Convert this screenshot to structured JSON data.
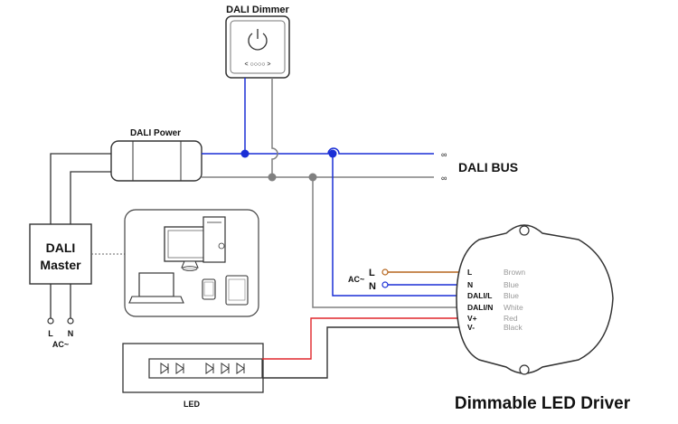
{
  "dimmer": {
    "title": "DALI Dimmer",
    "dots": "< ○○○○ >"
  },
  "power": {
    "title": "DALI Power"
  },
  "bus": {
    "label": "DALI BUS",
    "end_marks": [
      "∞",
      "∞"
    ]
  },
  "master": {
    "line1": "DALI",
    "line2": "Master",
    "terminals": [
      "L",
      "N"
    ],
    "ac": "AC~"
  },
  "ac_input": {
    "ac": "AC~",
    "l": "L",
    "n": "N"
  },
  "driver": {
    "title": "Dimmable LED Driver",
    "terminals": [
      {
        "pin": "L",
        "color_name": "Brown"
      },
      {
        "pin": "N",
        "color_name": "Blue"
      },
      {
        "pin": "DALI/L",
        "color_name": "Blue"
      },
      {
        "pin": "DALI/N",
        "color_name": "White"
      },
      {
        "pin": "V+",
        "color_name": "Red"
      },
      {
        "pin": "V-",
        "color_name": "Black"
      }
    ]
  },
  "led": {
    "label": "LED"
  },
  "colors": {
    "blue": "#1a2fd6",
    "gray": "#808080",
    "brown": "#b5651d",
    "red": "#e0262b",
    "dark": "#333333"
  },
  "icons": [
    "power-icon",
    "monitor-icon",
    "laptop-icon",
    "phone-icon",
    "tablet-icon",
    "led-diode-icon"
  ]
}
